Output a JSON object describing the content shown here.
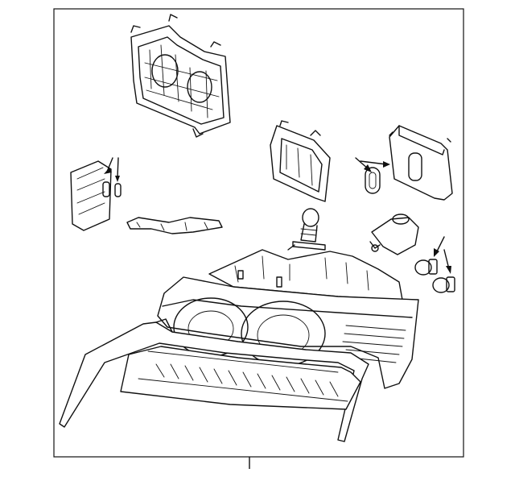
{
  "diagram": {
    "parts": [
      {
        "id": "housing-back-cover",
        "icon": "back-cover"
      },
      {
        "id": "lamp-bracket",
        "icon": "bracket"
      },
      {
        "id": "control-unit",
        "icon": "module"
      },
      {
        "id": "ballast-module",
        "icon": "module"
      },
      {
        "id": "seal-ring",
        "icon": "gasket"
      },
      {
        "id": "mounting-strip",
        "icon": "strip"
      },
      {
        "id": "halogen-bulb",
        "icon": "bulb"
      },
      {
        "id": "leveling-motor",
        "icon": "actuator"
      },
      {
        "id": "side-bulb-1",
        "icon": "bulb"
      },
      {
        "id": "side-bulb-2",
        "icon": "bulb"
      },
      {
        "id": "headlamp-assembly",
        "icon": "headlamp"
      }
    ],
    "colors": {
      "stroke": "#111111",
      "background": "#ffffff"
    }
  }
}
